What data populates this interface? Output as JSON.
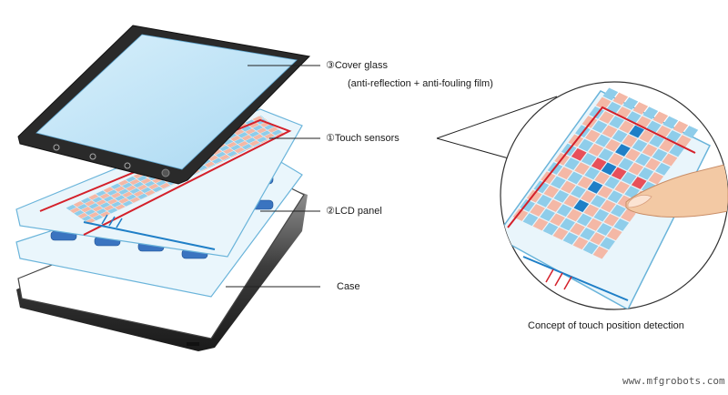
{
  "labels": {
    "cover_glass": "③Cover glass",
    "cover_glass_note": "(anti-reflection + anti-fouling film)",
    "touch_sensors": "①Touch sensors",
    "lcd_panel": "②LCD panel",
    "case": "Case",
    "concept": "Concept of touch position detection"
  },
  "watermark": "www.mfgrobots.com",
  "colors": {
    "grid_pink": "#f4b8a6",
    "grid_blue": "#8fcdea",
    "grid_dark_blue": "#1f7fc7",
    "grid_red": "#e8505a",
    "sensor_red_line": "#d4202a",
    "sheet_fill": "#e9f5fb",
    "sheet_edge": "#6ab4da",
    "screen_fill": "#cfeaf8",
    "bezel": "#2a2a2a",
    "lcd_button": "#3a74c0"
  }
}
